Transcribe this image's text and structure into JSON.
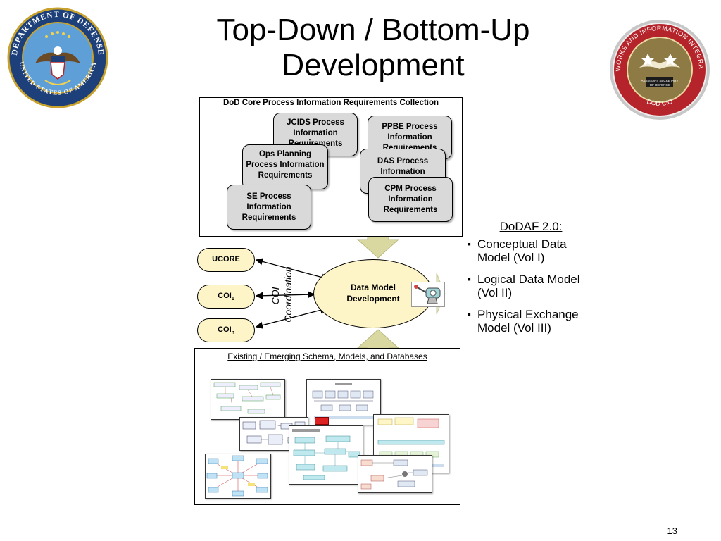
{
  "title": {
    "line1": "Top-Down / Bottom-Up",
    "line2": "Development"
  },
  "seals": {
    "left": {
      "icon": "department-of-defense-seal",
      "text": "DEPARTMENT OF DEFENSE · UNITED STATES OF AMERICA"
    },
    "right": {
      "icon": "dod-cio-seal",
      "text": "NETWORKS AND INFORMATION INTEGRATION · ASSISTANT SECRETARY OF DEFENSE · DOD CIO"
    }
  },
  "top_box": {
    "label": "DoD Core Process Information Requirements Collection",
    "cards": {
      "jcids": "JCIDS Process Information Requirements",
      "ppbe": "PPBE Process Information Requirements",
      "ops": "Ops Planning Process Information Requirements",
      "das": "DAS Process Information",
      "se": "SE Process Information Requirements",
      "cpm": "CPM Process Information Requirements"
    }
  },
  "coi": {
    "ucore": "UCORE",
    "coi1_base": "COI",
    "coi1_sub": "1",
    "coin_base": "COI",
    "coin_sub": "n",
    "coordination": "COI Coordination"
  },
  "center": {
    "label": "Data Model Development",
    "icon": "meat-grinder-icon"
  },
  "dodaf": {
    "title": "DoDAF 2.0:",
    "items": [
      "Conceptual Data Model (Vol I)",
      "Logical Data Model (Vol II)",
      "Physical Exchange Model (Vol III)"
    ]
  },
  "bottom_box": {
    "label": "Existing / Emerging Schema, Models, and Databases"
  },
  "colors": {
    "arrow": "#d8d8a0",
    "pill": "#fdf5c7",
    "card": "#d9d9d9"
  },
  "page_number": "13"
}
